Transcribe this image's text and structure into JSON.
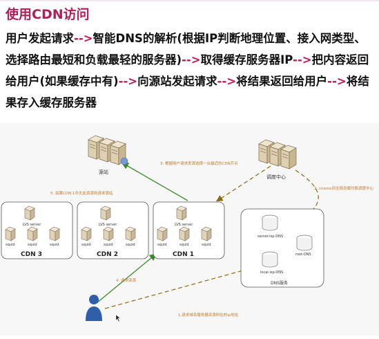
{
  "title": "使用CDN访问",
  "flow_parts": [
    {
      "text": "用户发起请求",
      "type": "step"
    },
    {
      "text": "-->",
      "type": "arrow"
    },
    {
      "text": "智能DNS的解析(根据IP判断地理位置、接入网类型、选择路由最短和负载最轻的服务器)",
      "type": "step"
    },
    {
      "text": "-->",
      "type": "arrow"
    },
    {
      "text": "取得缓存服务器IP",
      "type": "step"
    },
    {
      "text": "-->",
      "type": "arrow"
    },
    {
      "text": "把内容返回给用户(如果缓存中有)",
      "type": "step"
    },
    {
      "text": "-->",
      "type": "arrow"
    },
    {
      "text": "向源站发起请求",
      "type": "step"
    },
    {
      "text": "-->",
      "type": "arrow"
    },
    {
      "text": "将结果返回给用户",
      "type": "step"
    },
    {
      "text": "-->",
      "type": "arrow"
    },
    {
      "text": "将结果存入缓存服务器",
      "type": "step"
    }
  ],
  "diagram": {
    "origin_label": "源站",
    "dispatch_label": "调度中心",
    "dns_service_label": "DNS服务",
    "server_isp_dns": "server-isp-DNS",
    "local_isp_dns": "local-isp-DNS",
    "root_dns": "root-DNS",
    "lvs_label": "LVS server",
    "squid_label": "squid",
    "cdn_labels": [
      "CDN 3",
      "CDN 2",
      "CDN 1"
    ],
    "step1": "1.请求域名服务器资源所在的ip地址",
    "step2": "2. cname到全局负载均衡调度中心",
    "step3": "3. 根据用户请求来源选择一台最近的CDN节点",
    "step4": "4. 请求资源",
    "step5": "5. 如果CDN 1中无此资源则请求源站",
    "colors": {
      "title": "#b0205a",
      "arrow_text": "#c0185a",
      "annotation": "#c07a2a",
      "green_arrow": "#3a8a2a",
      "dashed_arrow": "#9a7a1a",
      "user": "#2f5fa8"
    }
  }
}
